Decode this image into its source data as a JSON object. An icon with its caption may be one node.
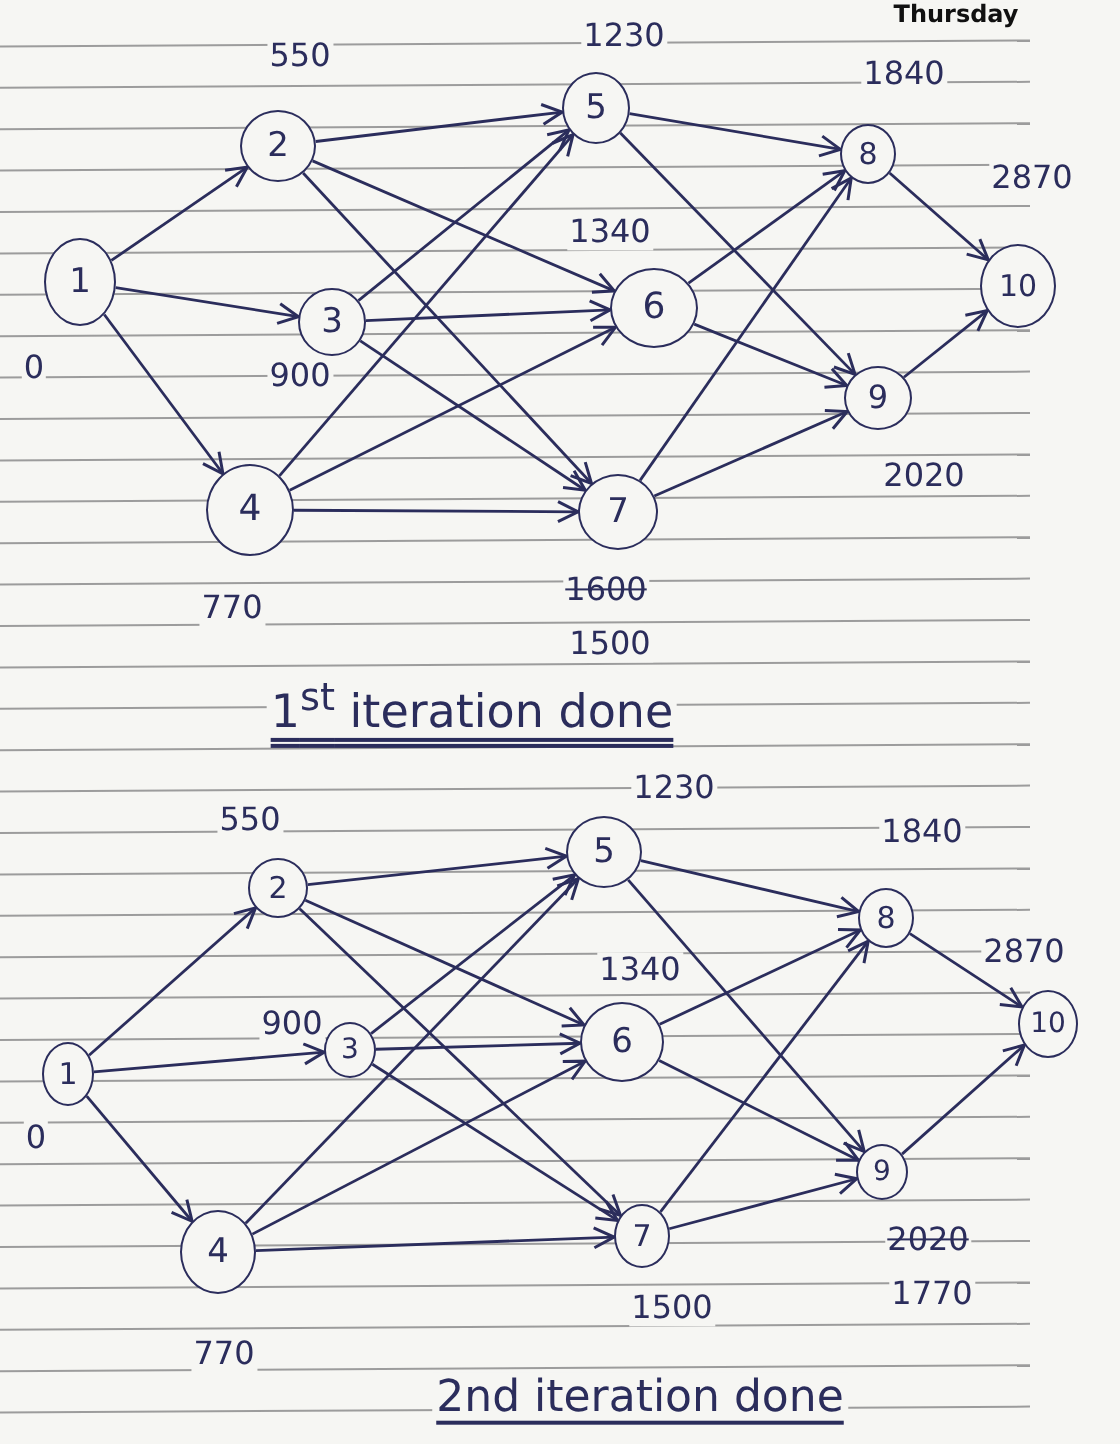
{
  "diagram": {
    "nodes": [
      {
        "text": [
          "1"
        ],
        "beside": [
          "0"
        ]
      },
      {
        "text": [
          "2"
        ],
        "beside": [
          "550"
        ]
      },
      {
        "text": [
          "3"
        ],
        "beside": [
          "900"
        ]
      },
      {
        "text": [
          "4"
        ],
        "beside": [
          "770"
        ]
      },
      {
        "text": [
          "5"
        ],
        "beside": [
          "1230"
        ]
      },
      {
        "text": [
          "6"
        ],
        "beside": [
          "1340"
        ]
      },
      {
        "text": [
          "7"
        ],
        "beside": [
          "1600",
          "1500"
        ]
      },
      {
        "text": [
          "8"
        ],
        "beside": [
          "1840"
        ]
      },
      {
        "text": [
          "9"
        ],
        "beside": [
          "2020"
        ]
      },
      {
        "text": [
          "10"
        ],
        "beside": [
          "2870"
        ]
      },
      {
        "text": [
          "1"
        ],
        "beside": [
          "0"
        ]
      },
      {
        "text": [
          "2"
        ],
        "beside": [
          "550"
        ]
      },
      {
        "text": [
          "3"
        ],
        "beside": [
          "900"
        ]
      },
      {
        "text": [
          "4"
        ],
        "beside": [
          "770"
        ]
      },
      {
        "text": [
          "5"
        ],
        "beside": [
          "1230"
        ]
      },
      {
        "text": [
          "6"
        ],
        "beside": [
          "1340"
        ]
      },
      {
        "text": [
          "7"
        ],
        "beside": [
          "1500"
        ]
      },
      {
        "text": [
          "8"
        ],
        "beside": [
          "1840"
        ]
      },
      {
        "text": [
          "9"
        ],
        "beside": [
          "2020",
          "1770"
        ]
      },
      {
        "text": [
          "10"
        ],
        "beside": [
          "2870"
        ]
      }
    ],
    "edges": [
      {
        "from": 0,
        "to": 1,
        "arrow": "to"
      },
      {
        "from": 0,
        "to": 2,
        "arrow": "to"
      },
      {
        "from": 0,
        "to": 3,
        "arrow": "to"
      },
      {
        "from": 1,
        "to": 4,
        "arrow": "to"
      },
      {
        "from": 1,
        "to": 5,
        "arrow": "to"
      },
      {
        "from": 1,
        "to": 6,
        "arrow": "to"
      },
      {
        "from": 2,
        "to": 4,
        "arrow": "to"
      },
      {
        "from": 2,
        "to": 5,
        "arrow": "to"
      },
      {
        "from": 2,
        "to": 6,
        "arrow": "to"
      },
      {
        "from": 3,
        "to": 4,
        "arrow": "to"
      },
      {
        "from": 3,
        "to": 5,
        "arrow": "to"
      },
      {
        "from": 3,
        "to": 6,
        "arrow": "to"
      },
      {
        "from": 4,
        "to": 7,
        "arrow": "to"
      },
      {
        "from": 4,
        "to": 8,
        "arrow": "to"
      },
      {
        "from": 5,
        "to": 7,
        "arrow": "to"
      },
      {
        "from": 5,
        "to": 8,
        "arrow": "to"
      },
      {
        "from": 6,
        "to": 7,
        "arrow": "to"
      },
      {
        "from": 6,
        "to": 8,
        "arrow": "to"
      },
      {
        "from": 7,
        "to": 9,
        "arrow": "to"
      },
      {
        "from": 8,
        "to": 9,
        "arrow": "to"
      },
      {
        "from": 10,
        "to": 11,
        "arrow": "to"
      },
      {
        "from": 10,
        "to": 12,
        "arrow": "to"
      },
      {
        "from": 10,
        "to": 13,
        "arrow": "to"
      },
      {
        "from": 11,
        "to": 14,
        "arrow": "to"
      },
      {
        "from": 11,
        "to": 15,
        "arrow": "to"
      },
      {
        "from": 11,
        "to": 16,
        "arrow": "to"
      },
      {
        "from": 12,
        "to": 14,
        "arrow": "to"
      },
      {
        "from": 12,
        "to": 15,
        "arrow": "to"
      },
      {
        "from": 12,
        "to": 16,
        "arrow": "to"
      },
      {
        "from": 13,
        "to": 14,
        "arrow": "to"
      },
      {
        "from": 13,
        "to": 15,
        "arrow": "to"
      },
      {
        "from": 13,
        "to": 16,
        "arrow": "to"
      },
      {
        "from": 14,
        "to": 17,
        "arrow": "to"
      },
      {
        "from": 14,
        "to": 18,
        "arrow": "to"
      },
      {
        "from": 15,
        "to": 17,
        "arrow": "to"
      },
      {
        "from": 15,
        "to": 18,
        "arrow": "to"
      },
      {
        "from": 16,
        "to": 17,
        "arrow": "to"
      },
      {
        "from": 16,
        "to": 18,
        "arrow": "to"
      },
      {
        "from": 17,
        "to": 19,
        "arrow": "to"
      },
      {
        "from": 18,
        "to": 19,
        "arrow": "to"
      }
    ],
    "labels": [
      "Thursday",
      "1$^{st}$ iteration done",
      "2nd iteration done"
    ]
  }
}
